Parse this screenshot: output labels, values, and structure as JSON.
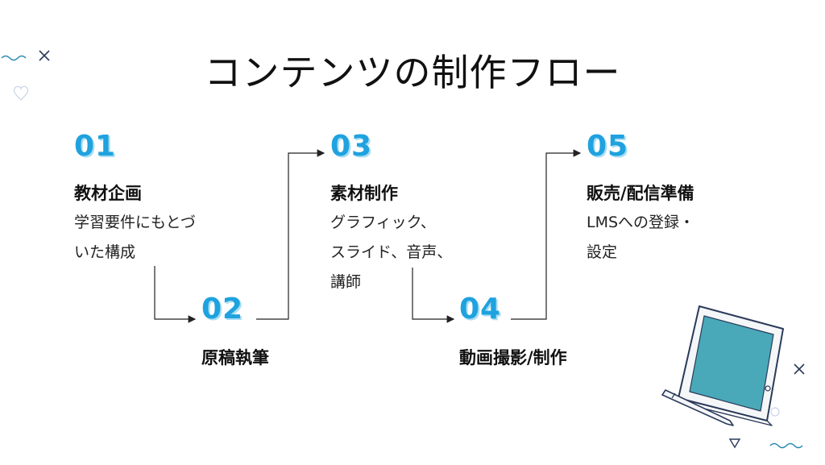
{
  "title": "コンテンツの制作フロー",
  "steps": [
    {
      "num": "01",
      "title": "教材企画",
      "desc": "学習要件にもとづ\nいた構成"
    },
    {
      "num": "02",
      "title": "原稿執筆",
      "desc": ""
    },
    {
      "num": "03",
      "title": "素材制作",
      "desc": "グラフィック、\nスライド、音声、\n講師"
    },
    {
      "num": "04",
      "title": "動画撮影/制作",
      "desc": ""
    },
    {
      "num": "05",
      "title": "販売/配信準備",
      "desc": "LMSへの登録・\n設定"
    }
  ],
  "colors": {
    "accent": "#1fa2df",
    "accent_shadow": "#a9ddf3",
    "tablet_screen": "#4aa9b8",
    "line": "#222222"
  },
  "icons": [
    "tablet-icon",
    "stylus-icon",
    "close-icon",
    "wave-icon",
    "heart-icon",
    "triangle-icon",
    "circle-icon"
  ]
}
